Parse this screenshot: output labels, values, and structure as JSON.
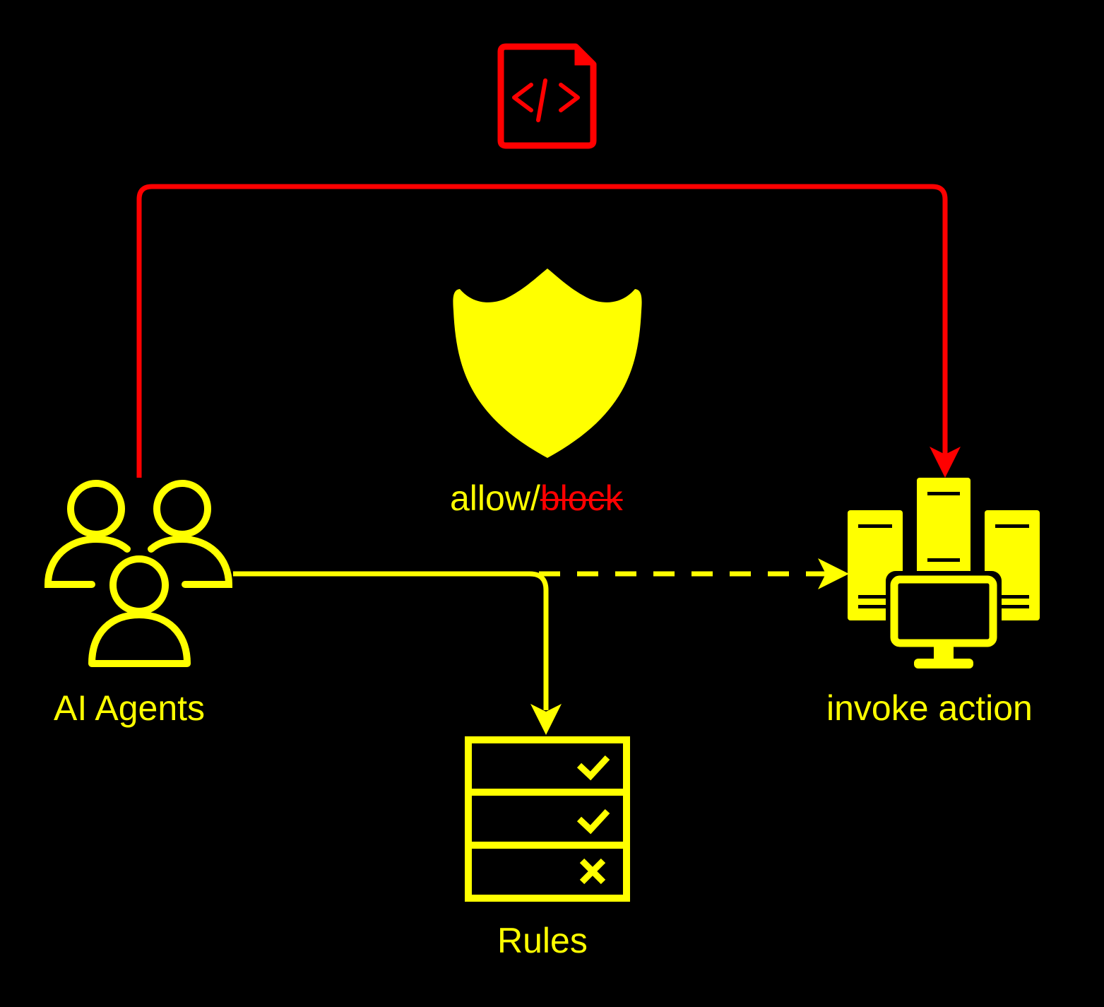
{
  "colors": {
    "background": "#000000",
    "accent": "#FFFF00",
    "alert": "#FF0000"
  },
  "nodes": {
    "agents": {
      "label": "AI Agents",
      "icon": "users-group-icon"
    },
    "shield": {
      "icon": "shield-icon"
    },
    "code_file": {
      "icon": "code-file-icon"
    },
    "servers": {
      "label": "invoke action",
      "icon": "server-cluster-icon"
    },
    "rules": {
      "label": "Rules",
      "icon": "checklist-icon"
    }
  },
  "decision": {
    "allow": "allow/",
    "block": "block"
  },
  "edges": [
    {
      "from": "agents",
      "to": "servers",
      "style": "solid",
      "color": "alert",
      "via": "code_file"
    },
    {
      "from": "agents",
      "to": "rules",
      "style": "solid",
      "color": "accent"
    },
    {
      "from": "agents",
      "to": "servers",
      "style": "dashed",
      "color": "accent",
      "via": "rules"
    }
  ]
}
